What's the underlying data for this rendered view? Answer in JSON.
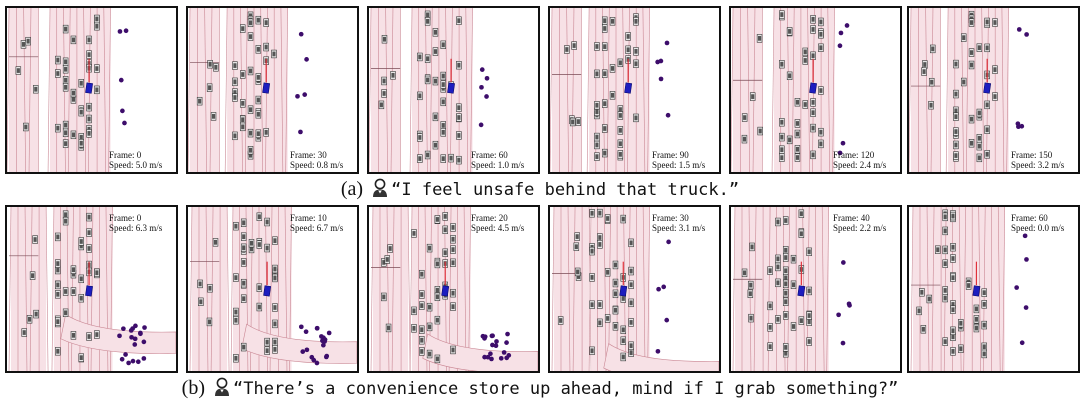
{
  "rows": [
    {
      "label": "(a)",
      "quote": "“I feel unsafe behind that truck.”",
      "panels": [
        {
          "frame": "Frame: 0",
          "speed": "Speed: 5.0 m/s"
        },
        {
          "frame": "Frame: 30",
          "speed": "Speed: 0.8 m/s"
        },
        {
          "frame": "Frame: 60",
          "speed": "Speed: 1.0 m/s"
        },
        {
          "frame": "Frame: 90",
          "speed": "Speed: 1.5 m/s"
        },
        {
          "frame": "Frame: 120",
          "speed": "Speed: 2.4 m/s"
        },
        {
          "frame": "Frame: 150",
          "speed": "Speed: 3.2 m/s"
        }
      ]
    },
    {
      "label": "(b)",
      "quote": "“There’s a convenience store up ahead, mind if I grab something?”",
      "panels": [
        {
          "frame": "Frame: 0",
          "speed": "Speed: 6.3 m/s"
        },
        {
          "frame": "Frame: 10",
          "speed": "Speed: 6.7 m/s"
        },
        {
          "frame": "Frame: 20",
          "speed": "Speed: 4.5 m/s"
        },
        {
          "frame": "Frame: 30",
          "speed": "Speed: 3.1 m/s"
        },
        {
          "frame": "Frame: 40",
          "speed": "Speed: 2.2 m/s"
        },
        {
          "frame": "Frame: 60",
          "speed": "Speed: 0.0 m/s"
        }
      ]
    }
  ],
  "icons": {
    "speaker": "person-icon",
    "ego": "ego-vehicle-icon",
    "vehicle": "vehicle-icon",
    "pedestrian": "pedestrian-icon"
  },
  "colors": {
    "road": "#f7e1e6",
    "lane_line": "#c98592",
    "ego": "#1d1dbf",
    "pedestrian": "#3d0d6b",
    "vehicle": "#555555",
    "path": "#e0303a"
  }
}
